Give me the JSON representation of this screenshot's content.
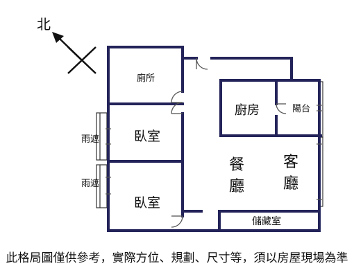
{
  "compass": {
    "north_label": "北"
  },
  "rooms": {
    "toilet": "廁所",
    "kitchen": "廚房",
    "balcony": "陽台",
    "bedroom_1": "臥室",
    "bedroom_2": "臥室",
    "awning_1": "雨遮",
    "awning_2": "雨遮",
    "dining_1": "餐",
    "dining_2": "廳",
    "living_1": "客",
    "living_2": "廳",
    "storage": "儲藏室"
  },
  "disclaimer": "此格局圖僅供參考，實際方位、規劃、尺寸等，須以房屋現場為準"
}
